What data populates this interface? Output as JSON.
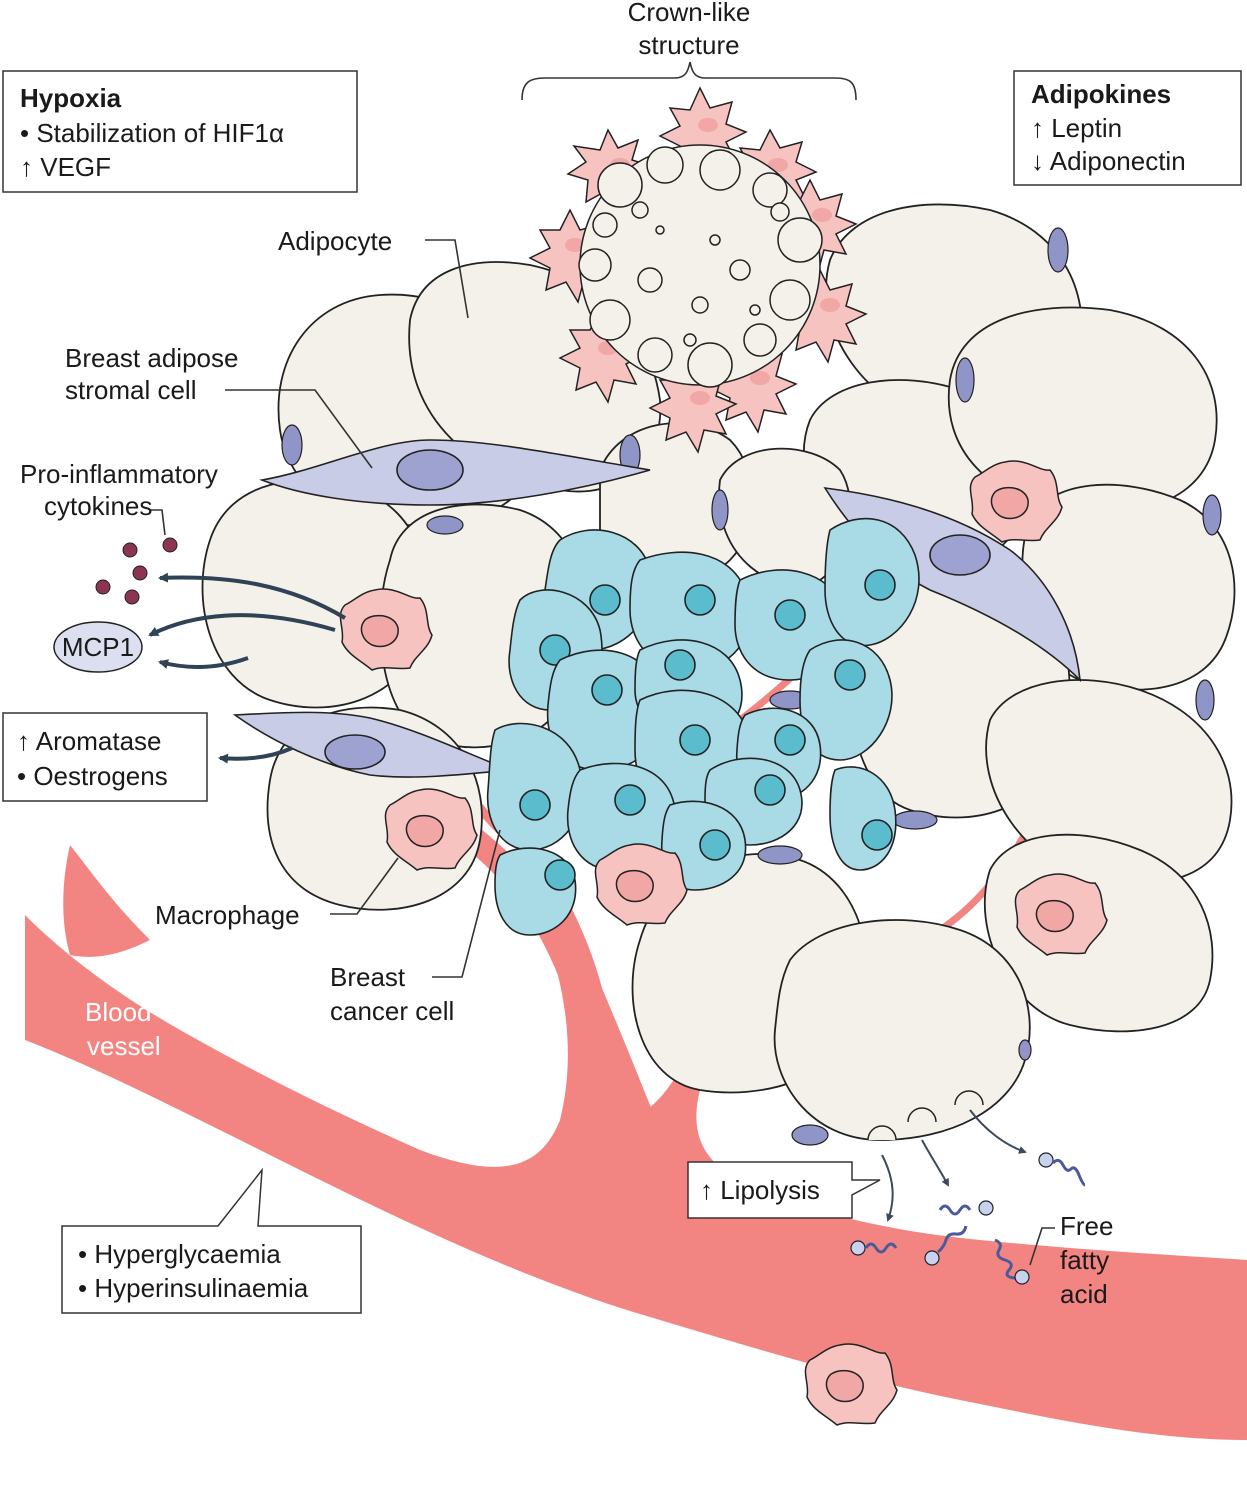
{
  "labels": {
    "crown_like_line1": "Crown-like",
    "crown_like_line2": "structure",
    "adipocyte": "Adipocyte",
    "stromal_line1": "Breast adipose",
    "stromal_line2": "stromal cell",
    "cytokines_line1": "Pro-inflammatory",
    "cytokines_line2": "cytokines",
    "mcp1": "MCP1",
    "macrophage": "Macrophage",
    "cancer_line1": "Breast",
    "cancer_line2": "cancer cell",
    "blood_line1": "Blood",
    "blood_line2": "vessel",
    "ffa_line1": "Free",
    "ffa_line2": "fatty",
    "ffa_line3": "acid"
  },
  "boxes": {
    "hypoxia": {
      "title": "Hypoxia",
      "line1": "• Stabilization of HIF1α",
      "line2": "↑ VEGF"
    },
    "adipokines": {
      "title": "Adipokines",
      "line1": "↑ Leptin",
      "line2": "↓ Adiponectin"
    },
    "aromatase": {
      "line1": "↑ Aromatase",
      "line2": "• Oestrogens"
    },
    "lipolysis": {
      "line1": "↑ Lipolysis"
    },
    "glycaemia": {
      "line1": "• Hyperglycaemia",
      "line2": "• Hyperinsulinaemia"
    }
  },
  "colors": {
    "adipocyte_fill": "#f4f1ea",
    "adipocyte_nucleus": "#8f95c6",
    "stromal_fill": "#c9cce6",
    "cancer_fill": "#a8dbe6",
    "cancer_nucleus": "#5bbccd",
    "macrophage_fill": "#f7c3c0",
    "vessel": "#f28582",
    "cytokine": "#8c3552",
    "outline": "#222222"
  }
}
